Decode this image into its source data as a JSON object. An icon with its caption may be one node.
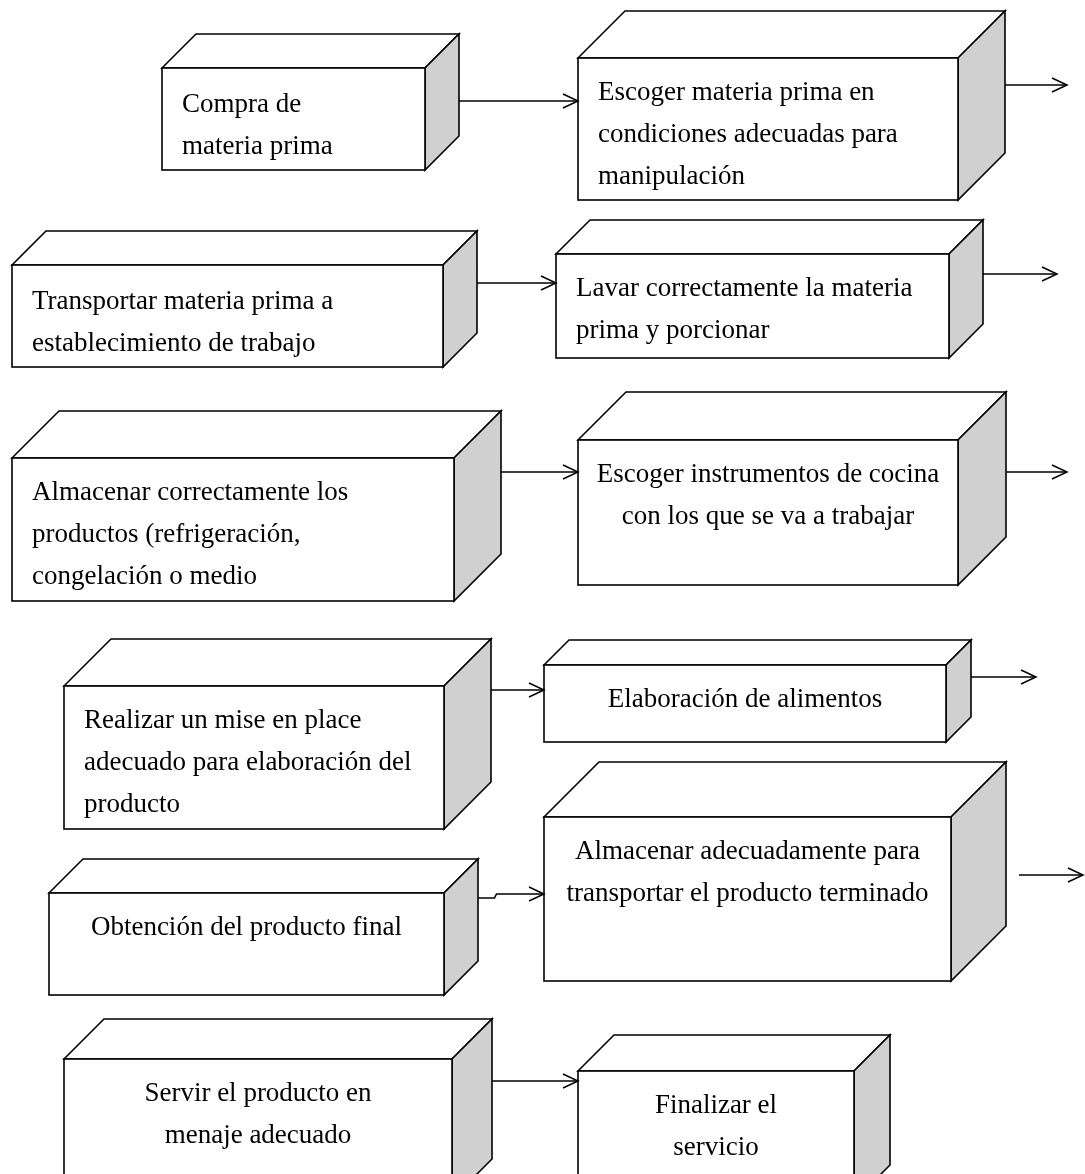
{
  "diagram": {
    "nodes": [
      {
        "text": [
          "Compra de materia prima"
        ]
      },
      {
        "text": [
          "Escoger materia prima en condiciones adecuadas para manipulación"
        ]
      },
      {
        "text": [
          "Transportar materia prima a establecimiento de trabajo"
        ]
      },
      {
        "text": [
          "Lavar correctamente la materia prima y porcionar"
        ]
      },
      {
        "text": [
          "Almacenar correctamente los productos (refrigeración, congelación o medio"
        ]
      },
      {
        "text": [
          "Escoger instrumentos de cocina con los que se va a trabajar"
        ]
      },
      {
        "text": [
          "Realizar un mise en place adecuado para elaboración del producto"
        ]
      },
      {
        "text": [
          "Elaboración de alimentos"
        ]
      },
      {
        "text": [
          "Obtención del producto final"
        ]
      },
      {
        "text": [
          "Almacenar adecuadamente para transportar el producto terminado"
        ]
      },
      {
        "text": [
          "Servir el producto en menaje adecuado"
        ]
      },
      {
        "text": [
          "Finalizar el servicio"
        ]
      }
    ],
    "edges": [
      {
        "from": 0,
        "to": 1,
        "arrow": "to"
      },
      {
        "from": 1,
        "to": null,
        "arrow": "to"
      },
      {
        "from": 2,
        "to": 3,
        "arrow": "to"
      },
      {
        "from": 3,
        "to": null,
        "arrow": "to"
      },
      {
        "from": 4,
        "to": 5,
        "arrow": "to"
      },
      {
        "from": 5,
        "to": null,
        "arrow": "to"
      },
      {
        "from": 6,
        "to": 7,
        "arrow": "to"
      },
      {
        "from": 7,
        "to": null,
        "arrow": "to"
      },
      {
        "from": 8,
        "to": 9,
        "arrow": "to"
      },
      {
        "from": 9,
        "to": null,
        "arrow": "to"
      },
      {
        "from": 10,
        "to": 11,
        "arrow": "to"
      }
    ]
  }
}
